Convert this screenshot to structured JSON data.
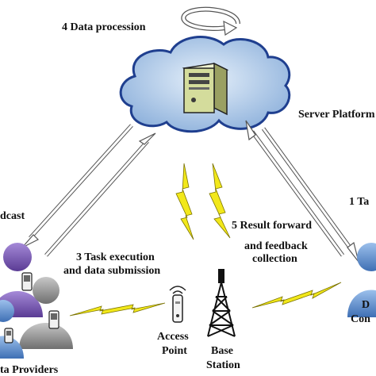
{
  "labels": {
    "step4": "4  Data procession",
    "server_platform": "Server Platform",
    "step1": "1  Ta",
    "broadcast": "dcast",
    "step3_line1": "3 Task execution",
    "step3_line2": "and data submission",
    "step5_line1": "5 Result forward",
    "step5_line2": "and feedback",
    "step5_line3": "collection",
    "access_point_line1": "Access",
    "access_point_line2": "Point",
    "base_station_line1": "Base",
    "base_station_line2": "Station",
    "providers": "ta Providers",
    "consumer_line1": "D",
    "consumer_line2": "Con"
  },
  "colors": {
    "cloud_fill": "#b3cde8",
    "cloud_stroke": "#1f3f8f",
    "server_body": "#d4dc9c",
    "lightning": "#f2e81a",
    "person_purple": "#7d5bb6",
    "person_gray": "#9c9c9c",
    "person_blue": "#6a95d2",
    "arrow_line": "#555555"
  },
  "icons": [
    "cloud-icon",
    "server-icon",
    "cycle-arrow-icon",
    "lightning-icon",
    "access-point-icon",
    "base-station-tower-icon",
    "person-icon",
    "phone-icon"
  ]
}
